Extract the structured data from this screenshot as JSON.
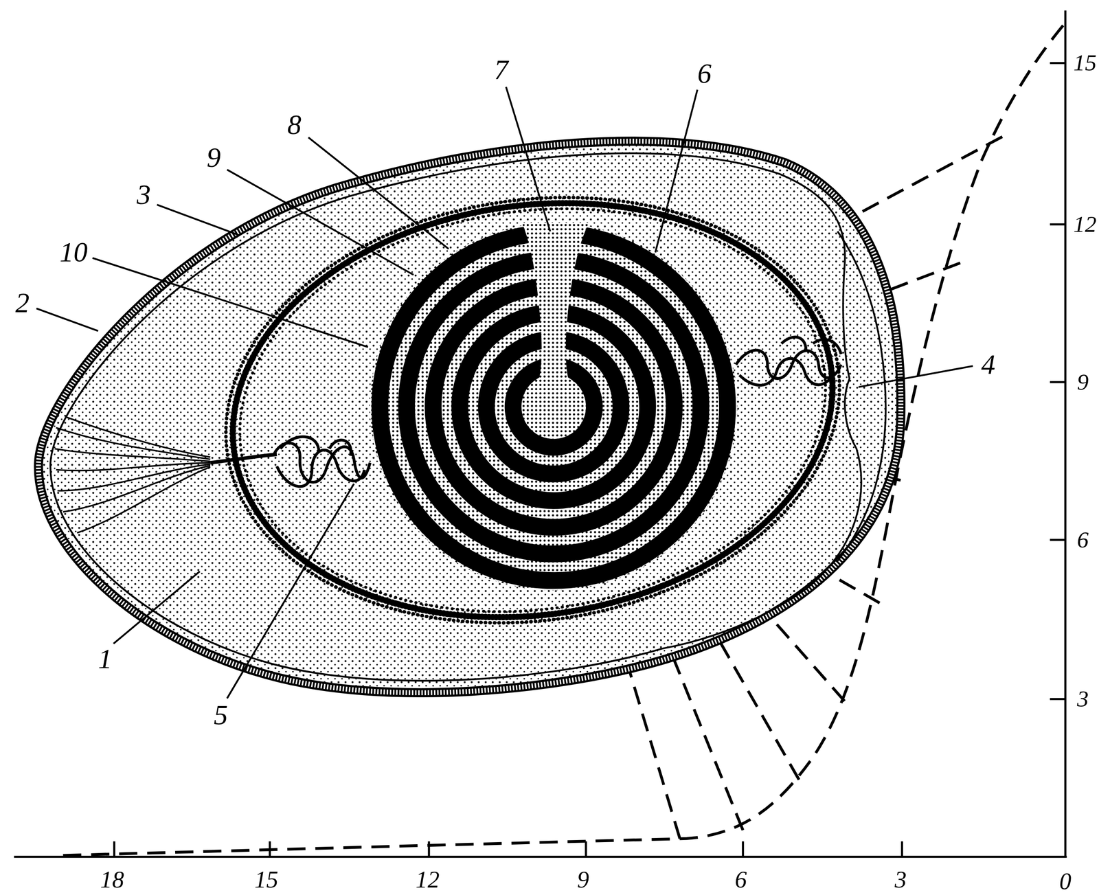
{
  "diagram": {
    "labels": [
      "7",
      "6",
      "8",
      "9",
      "3",
      "10",
      "2",
      "4",
      "1",
      "5",
      "15",
      "12",
      "9",
      "6",
      "3",
      "18",
      "15",
      "12",
      "9",
      "6",
      "3",
      "0"
    ]
  }
}
